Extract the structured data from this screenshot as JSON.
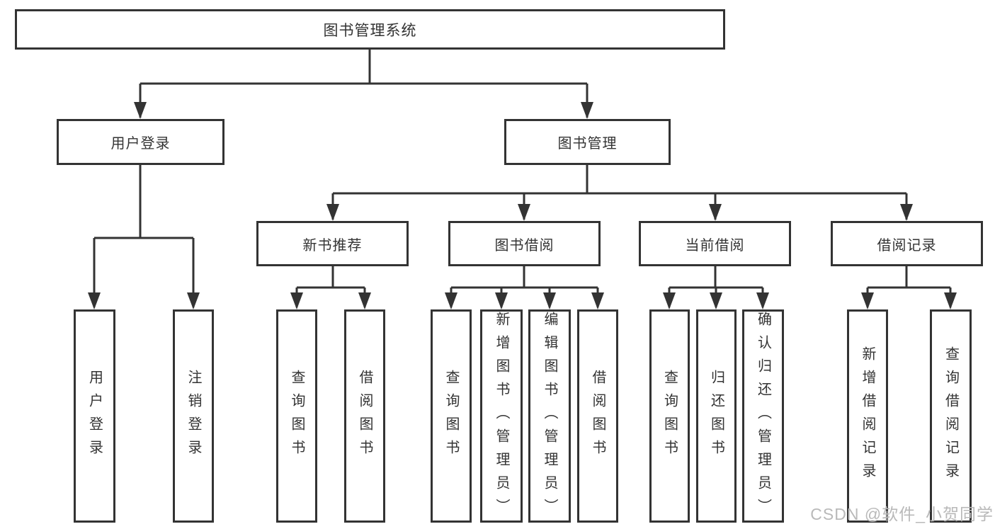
{
  "tree": {
    "root": {
      "label": "图书管理系统",
      "children": [
        {
          "label": "用户登录",
          "leaves": [
            "用户登录",
            "注销登录"
          ]
        },
        {
          "label": "图书管理",
          "children": [
            {
              "label": "新书推荐",
              "leaves": [
                "查询图书",
                "借阅图书"
              ]
            },
            {
              "label": "图书借阅",
              "leaves": [
                "查询图书",
                "新增图书（管理员）",
                "编辑图书（管理员）",
                "借阅图书"
              ]
            },
            {
              "label": "当前借阅",
              "leaves": [
                "查询图书",
                "归还图书",
                "确认归还（管理员）"
              ]
            },
            {
              "label": "借阅记录",
              "leaves": [
                "新增借阅记录",
                "查询借阅记录"
              ]
            }
          ]
        }
      ]
    }
  },
  "watermark": {
    "text": "CSDN @软件_小贺同学"
  },
  "colors": {
    "line": "#333333",
    "box_border": "#333333",
    "text": "#333333",
    "watermark": "#b9b9b9",
    "background": "#ffffff"
  }
}
